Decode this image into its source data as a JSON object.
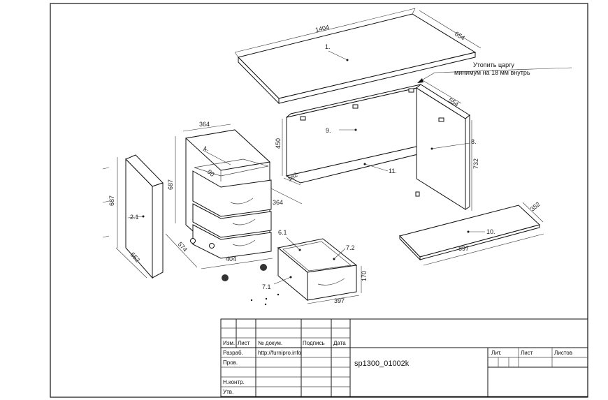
{
  "dimensions": {
    "top_length": "1404",
    "top_depth": "654",
    "side_depth_right": "554",
    "back_height": "450",
    "back_depth": "182",
    "side_height_right": "732",
    "cabinet_width_top": "364",
    "cabinet_height": "687",
    "cabinet_depth": "364",
    "inner_90": "90",
    "side_left_height": "687",
    "side_left_depth": "552",
    "base_574": "574",
    "base_404": "404",
    "drawer_height": "170",
    "drawer_width": "397",
    "shelf_depth": "352",
    "shelf_length": "897"
  },
  "part_labels": {
    "p1": "1.",
    "p2_1": "2.1",
    "p4": "4.",
    "p6_1": "6.1",
    "p7_1": "7.1",
    "p7_2": "7.2",
    "p8": "8.",
    "p9": "9.",
    "p10": "10.",
    "p11": "11."
  },
  "note": {
    "line1": "Утопить царгу",
    "line2": "минимум на 18 мм внутрь"
  },
  "title_block": {
    "col_izm": "Изм.",
    "col_list": "Лист",
    "col_doc": "№ докум.",
    "col_sign": "Подпись",
    "col_date": "Дата",
    "razrab": "Разраб.",
    "razrab_value": "http://furnipro.info",
    "prov": "Пров.",
    "nkontr": "Н.контр.",
    "utv": "Утв.",
    "code": "sp1300_01002k",
    "lit": "Лит.",
    "list": "Лист",
    "listov": "Листов"
  }
}
